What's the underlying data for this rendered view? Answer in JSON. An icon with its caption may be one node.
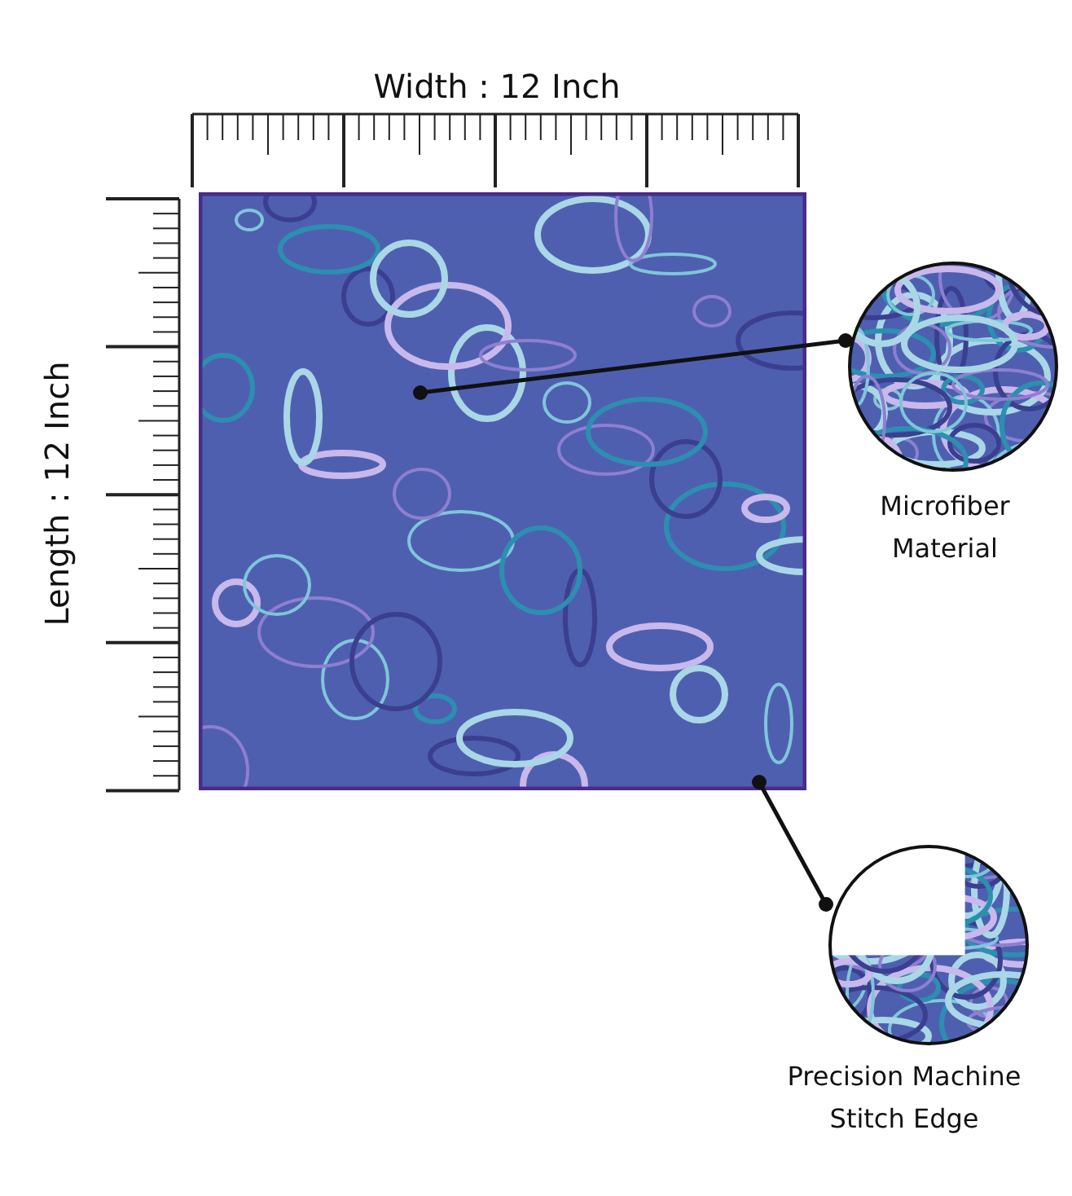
{
  "diagram": {
    "nodes": [
      {
        "text": [],
        "shape": "picture"
      },
      {
        "text": [],
        "shape": "picture",
        "beside": [
          "Microfiber Material"
        ]
      },
      {
        "text": [],
        "shape": "picture",
        "beside": [
          "Precision Machine Stitch Edge"
        ]
      }
    ],
    "edges": [
      {
        "from": 0,
        "to": 1,
        "arrow": "other"
      },
      {
        "from": 0,
        "to": 2,
        "arrow": "other"
      }
    ],
    "labels": [
      "Width : 12 Inch",
      "Length : 12 Inch"
    ]
  }
}
